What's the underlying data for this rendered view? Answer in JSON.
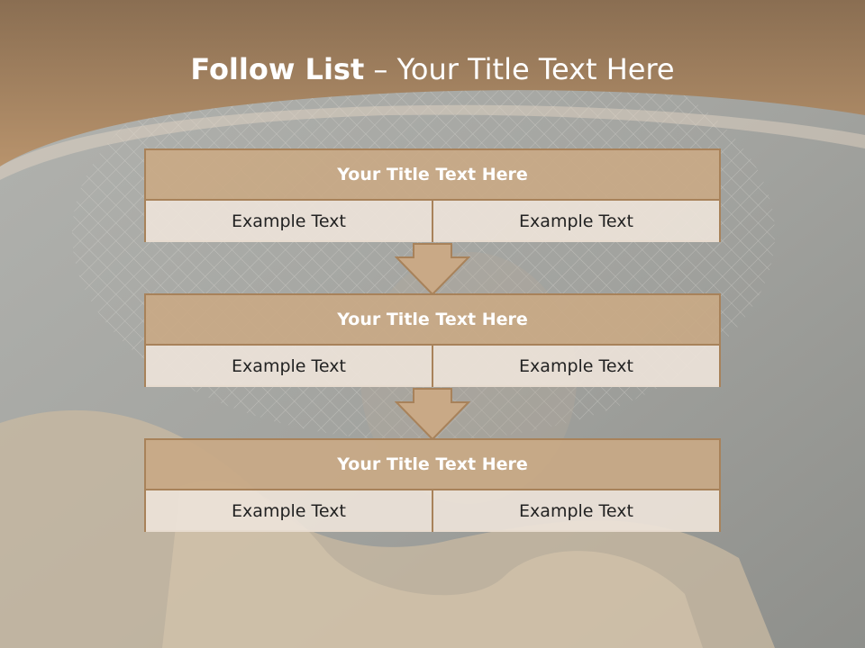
{
  "slide": {
    "title_bold": "Follow List",
    "title_rest": " – Your Title Text Here"
  },
  "steps": [
    {
      "title": "Your Title Text Here",
      "left": "Example Text",
      "right": "Example Text"
    },
    {
      "title": "Your Title Text Here",
      "left": "Example Text",
      "right": "Example Text"
    },
    {
      "title": "Your Title Text Here",
      "left": "Example Text",
      "right": "Example Text"
    }
  ],
  "colors": {
    "header_band": "#b08a63",
    "box_border": "#a8825a",
    "box_title_fill": "#c9a986",
    "box_cell_fill": "#ece2d8",
    "arrow_fill": "#c9a986"
  }
}
